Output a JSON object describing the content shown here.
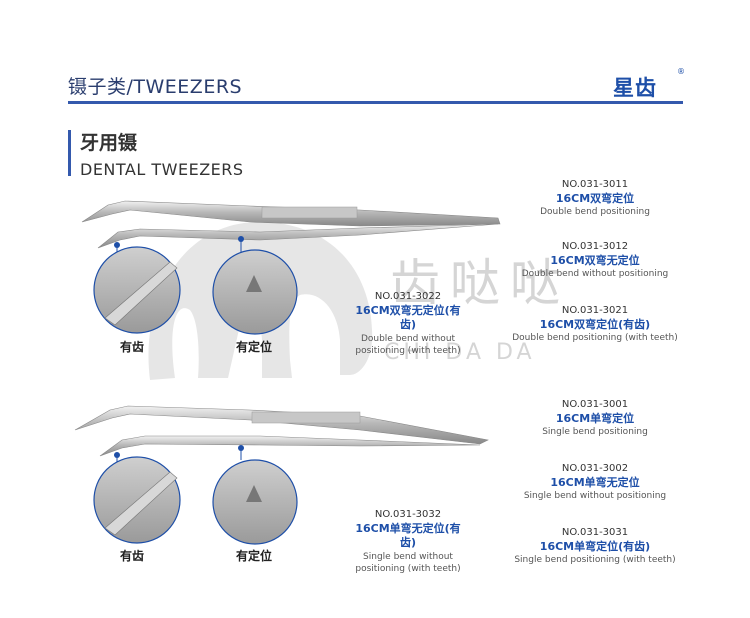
{
  "header": {
    "title": "镊子类/TWEEZERS",
    "brand": "星齿",
    "brand_mark": "®"
  },
  "section": {
    "title_cn": "牙用镊",
    "title_en": "DENTAL TWEEZERS"
  },
  "watermark": {
    "cn": "齿哒哒",
    "en": "CHI DA DA"
  },
  "group1": {
    "captions": [
      "有齿",
      "有定位"
    ],
    "left_label": {
      "no": "NO.031-3022",
      "cn": "16CM双弯无定位(有齿)",
      "en": "Double bend without positioning (with teeth)"
    },
    "right_labels": [
      {
        "no": "NO.031-3011",
        "cn": "16CM双弯定位",
        "en": "Double bend positioning"
      },
      {
        "no": "NO.031-3012",
        "cn": "16CM双弯无定位",
        "en": "Double bend without positioning"
      },
      {
        "no": "NO.031-3021",
        "cn": "16CM双弯定位(有齿)",
        "en": "Double bend positioning (with teeth)"
      }
    ]
  },
  "group2": {
    "captions": [
      "有齿",
      "有定位"
    ],
    "left_label": {
      "no": "NO.031-3032",
      "cn": "16CM单弯无定位(有齿)",
      "en": "Single bend without positioning (with teeth)"
    },
    "right_labels": [
      {
        "no": "NO.031-3001",
        "cn": "16CM单弯定位",
        "en": "Single bend positioning"
      },
      {
        "no": "NO.031-3002",
        "cn": "16CM单弯无定位",
        "en": "Single bend without positioning"
      },
      {
        "no": "NO.031-3031",
        "cn": "16CM单弯定位(有齿)",
        "en": "Single bend positioning (with teeth)"
      }
    ]
  },
  "colors": {
    "accent": "#3459ad",
    "text_blue": "#1e4fa8"
  }
}
